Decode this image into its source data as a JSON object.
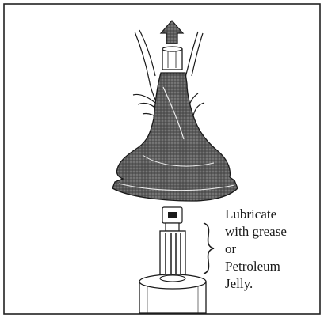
{
  "caption": {
    "lines": [
      "Lubricate",
      "with grease",
      "or",
      "Petroleum",
      "Jelly."
    ]
  },
  "colors": {
    "ink": "#1a1a1a",
    "boot_fill": "#5c5c5c",
    "border": "#222222"
  },
  "icons": {
    "pull_direction": "up-arrow-icon",
    "lubrication_zone": "curly-brace-icon"
  }
}
